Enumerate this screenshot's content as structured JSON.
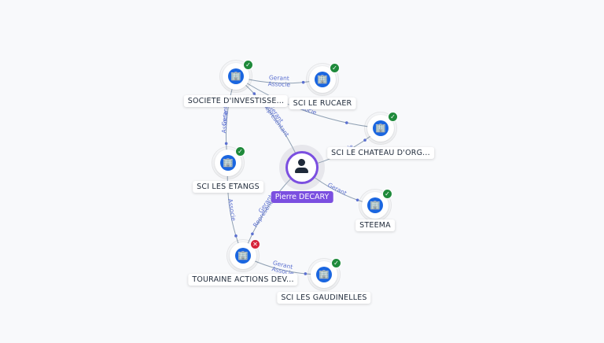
{
  "colors": {
    "edge": "#8fa0b3",
    "edge_label": "#5a6fd0",
    "company": "#1a66e0",
    "person": "#7b4fe0",
    "active": "#1f8a3b",
    "closed": "#d6243a"
  },
  "person": {
    "name": "Pierre DECARY",
    "icon": "person-icon"
  },
  "companies": [
    {
      "id": "soc",
      "name": "SOCIETE D'INVESTISSE...",
      "status": "active"
    },
    {
      "id": "ruc",
      "name": "SCI LE RUCAER",
      "status": "active"
    },
    {
      "id": "cha",
      "name": "SCI LE CHATEAU D'ORG...",
      "status": "active"
    },
    {
      "id": "eta",
      "name": "SCI LES ETANGS",
      "status": "active"
    },
    {
      "id": "ste",
      "name": "STEEMA",
      "status": "active"
    },
    {
      "id": "tou",
      "name": "TOURAINE ACTIONS DEV...",
      "status": "closed"
    },
    {
      "id": "gau",
      "name": "SCI LES GAUDINELLES",
      "status": "active"
    }
  ],
  "edges": [
    {
      "from": "soc",
      "to": "ruc",
      "labels": [
        "Gerant",
        "Associe"
      ]
    },
    {
      "from": "soc",
      "to": "cha",
      "labels": [
        "Associe"
      ]
    },
    {
      "from": "soc",
      "to": "eta",
      "labels": [
        "Gerant",
        "Associe"
      ]
    },
    {
      "from": "person",
      "to": "soc",
      "labels": [
        "Gerant",
        "Representant"
      ]
    },
    {
      "from": "person",
      "to": "cha",
      "labels": [
        "Associe"
      ]
    },
    {
      "from": "person",
      "to": "ste",
      "labels": [
        "Gerant"
      ]
    },
    {
      "from": "person",
      "to": "tou",
      "labels": [
        "Gerant",
        "Representant"
      ]
    },
    {
      "from": "eta",
      "to": "tou",
      "labels": [
        "Associe"
      ]
    },
    {
      "from": "tou",
      "to": "gau",
      "labels": [
        "Gerant",
        "Associe"
      ]
    }
  ]
}
